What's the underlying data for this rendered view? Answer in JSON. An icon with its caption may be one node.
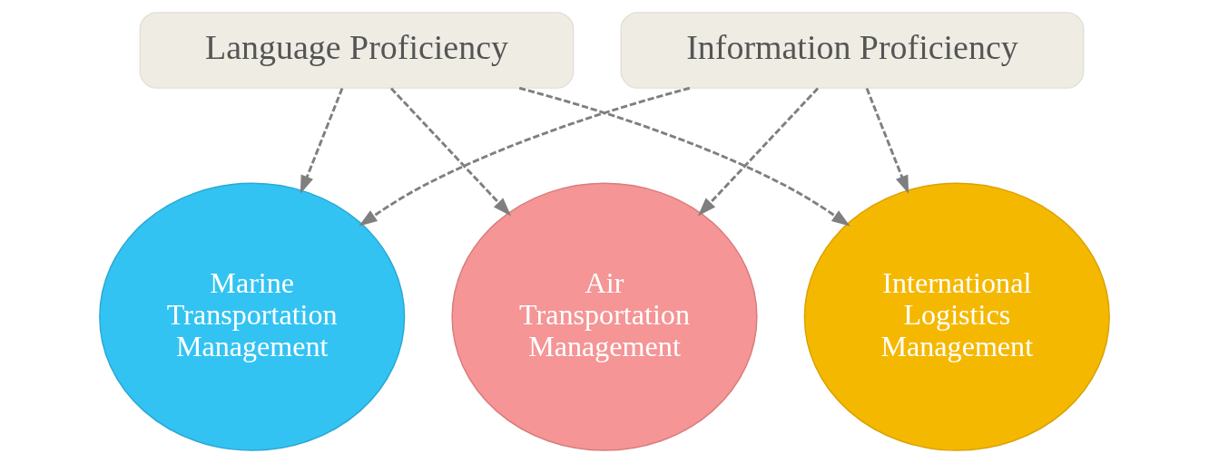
{
  "diagram": {
    "nodes": [
      {
        "text": [
          "Language Proficiency"
        ]
      },
      {
        "text": [
          "Information Proficiency"
        ]
      },
      {
        "text": [
          "Marine Transportation Management"
        ]
      },
      {
        "text": [
          "Air Transportation Management"
        ]
      },
      {
        "text": [
          "International Logistics Management"
        ]
      }
    ],
    "edges": [
      {
        "from": 0,
        "to": 2,
        "arrow": "to",
        "style": "dashed"
      },
      {
        "from": 0,
        "to": 3,
        "arrow": "to",
        "style": "dashed"
      },
      {
        "from": 0,
        "to": 4,
        "arrow": "to",
        "style": "dashed"
      },
      {
        "from": 1,
        "to": 2,
        "arrow": "to",
        "style": "dashed"
      },
      {
        "from": 1,
        "to": 3,
        "arrow": "to",
        "style": "dashed"
      },
      {
        "from": 1,
        "to": 4,
        "arrow": "to",
        "style": "dashed"
      }
    ]
  }
}
